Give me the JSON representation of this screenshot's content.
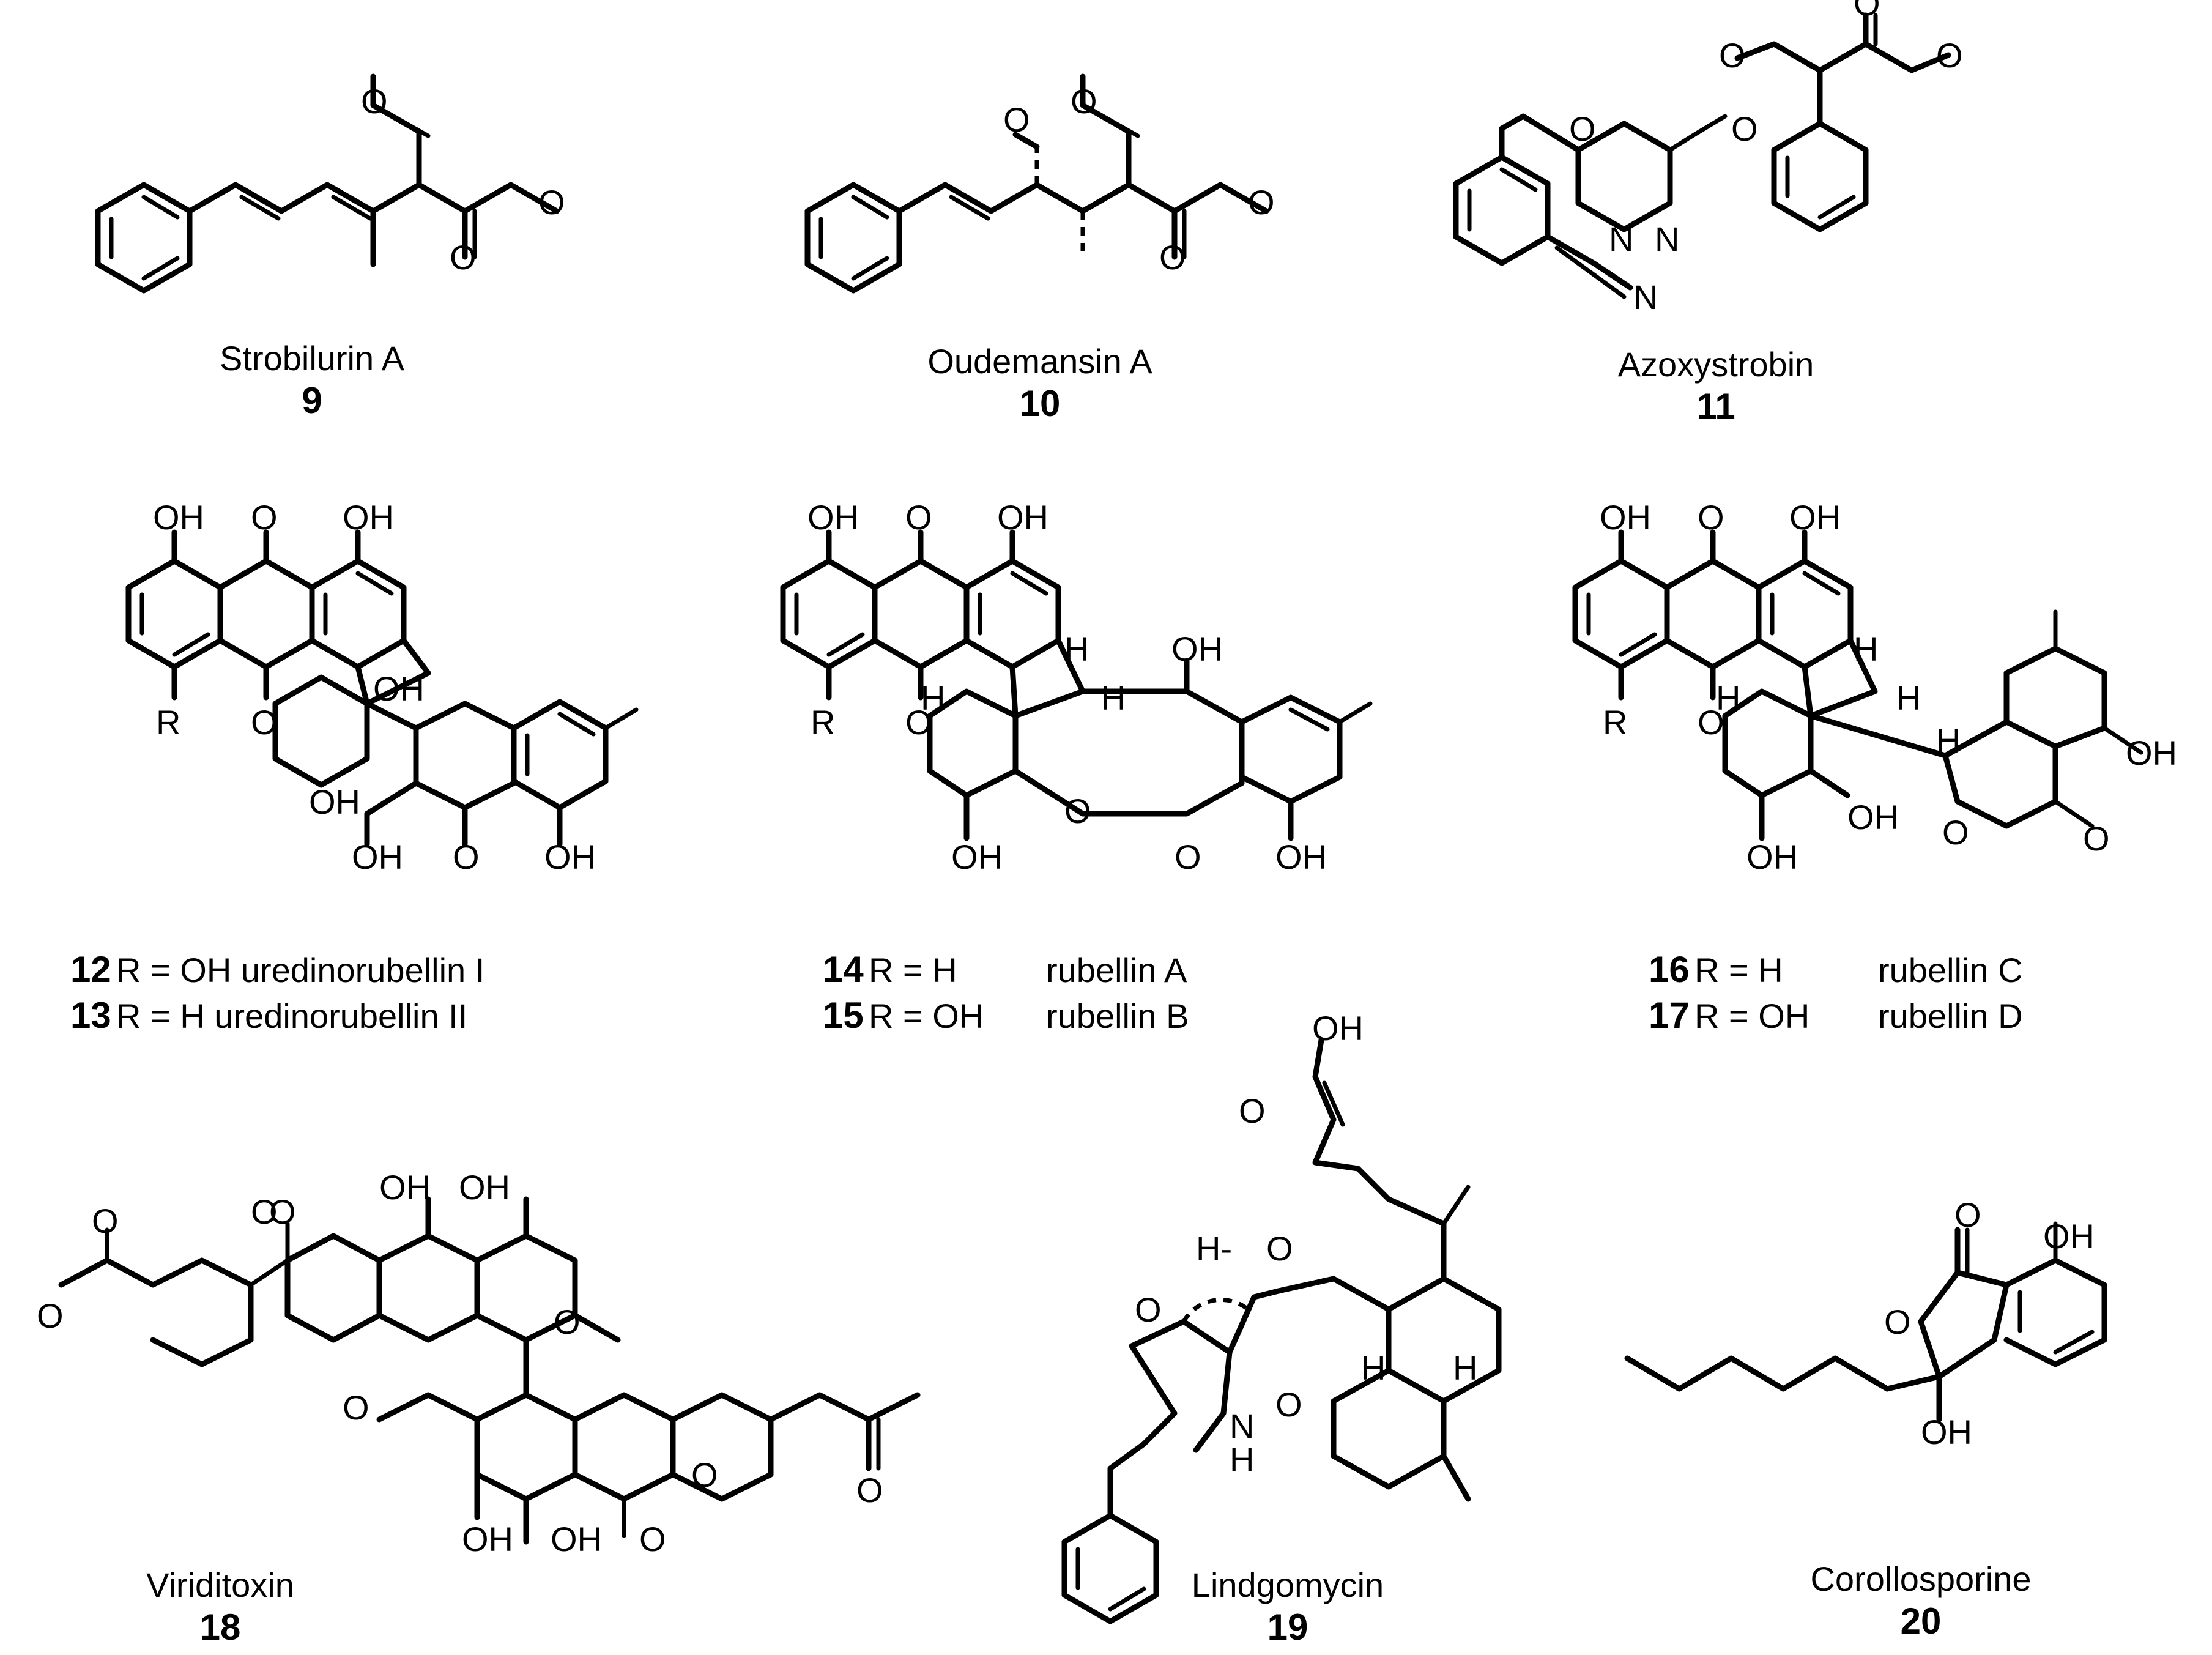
{
  "compounds": [
    {
      "id": "c9",
      "name": "Strobilurin A",
      "number": "9"
    },
    {
      "id": "c10",
      "name": "Oudemansin A",
      "number": "10"
    },
    {
      "id": "c11",
      "name": "Azoxystrobin",
      "number": "11"
    },
    {
      "id": "c12",
      "number": "12",
      "line": "R = OH uredinorubellin I"
    },
    {
      "id": "c13",
      "number": "13",
      "line": "R = H uredinorubellin II"
    },
    {
      "id": "c14",
      "number": "14",
      "r": "R = H",
      "name": "rubellin A"
    },
    {
      "id": "c15",
      "number": "15",
      "r": "R = OH",
      "name": "rubellin B"
    },
    {
      "id": "c16",
      "number": "16",
      "r": "R = H",
      "name": "rubellin C"
    },
    {
      "id": "c17",
      "number": "17",
      "r": "R = OH",
      "name": "rubellin D"
    },
    {
      "id": "c18",
      "name": "Viriditoxin",
      "number": "18"
    },
    {
      "id": "c19",
      "name": "Lindgomycin",
      "number": "19"
    },
    {
      "id": "c20",
      "name": "Corollosporine",
      "number": "20"
    }
  ],
  "atoms": {
    "O": "O",
    "OH": "OH",
    "N": "N",
    "H": "H",
    "NH": "N",
    "NH_H": "H",
    "R": "R",
    "H_dash": "H-"
  }
}
